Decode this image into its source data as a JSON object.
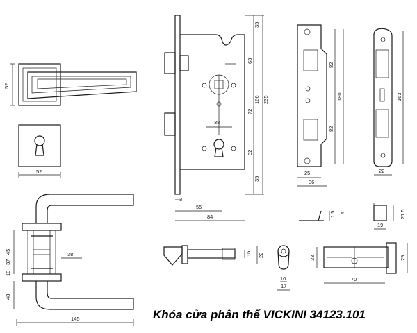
{
  "caption": "Khóa cửa phân thể VICKINI 34123.101",
  "dims": {
    "rose_h": "52",
    "escutcheon_w": "52",
    "lever_len": "145",
    "spindle_gap": "38",
    "door_range": "37 - 45",
    "rose_10": "10",
    "lever_drop": "48",
    "lock_35_top": "35",
    "lock_63": "63",
    "lock_166": "166",
    "lock_235": "235",
    "lock_72": "72",
    "lock_32": "32",
    "lock_35_bot": "35",
    "lock_38": "38",
    "lock_3": "3",
    "backset_55": "55",
    "case_84": "84",
    "strike_82_top": "82",
    "strike_180": "180",
    "strike_82_bot": "82",
    "strike_25": "25",
    "strike_36": "36",
    "face_163": "163",
    "face_22": "22",
    "bolt_16": "16",
    "bolt_22": "22",
    "key_10": "10",
    "key_17": "17",
    "cyl_33": "33",
    "cyl_29": "29",
    "cyl_70": "70",
    "bracket_15": "1.5",
    "bracket_4": "4",
    "box_215": "21.5",
    "box_19": "19"
  }
}
